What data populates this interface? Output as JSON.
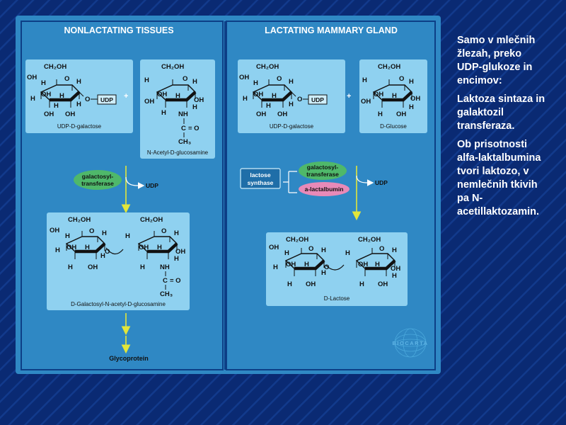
{
  "panels": {
    "left_title": "NONLACTATING TISSUES",
    "right_title": "LACTATING MAMMARY GLAND"
  },
  "atoms": {
    "ch2oh": "CH₂OH",
    "oh": "OH",
    "h": "H",
    "o": "O",
    "nh": "NH",
    "c": "C",
    "eq_o": "= O",
    "ch3": "CH₃",
    "udp": "UDP",
    "plus": "+"
  },
  "captions": {
    "udp_gal_left": "UDP-D-galactose",
    "nacetyl": "N-Acetyl-D-glucosamine",
    "udp_gal_right": "UDP-D-galactose",
    "glucose": "D-Glucose",
    "product_left": "D-Galactosyl-N-acetyl-D-glucosamine",
    "product_right": "D-Lactose"
  },
  "enzymes": {
    "galactosyl_line1": "galactosyl-",
    "galactosyl_line2": "transferase",
    "lactose_line1": "lactose",
    "lactose_line2": "synthase",
    "lactalbumin": "a-lactalbumin",
    "udp_out": "UDP"
  },
  "glycoprotein": "Glycoprotein",
  "logo": "BIOCARTA",
  "side_text": [
    "Samo v mlečnih žlezah, preko UDP-glukoze in encimov:",
    "Laktoza sintaza in galaktozil transferaza.",
    "Ob prisotnosti alfa-laktalbumina tvori laktozo, v nemlečnih tkivih pa N-acetillaktozamin."
  ],
  "colors": {
    "background": "#0a2a73",
    "figure": "#2f88c4",
    "box": "#8fd1f0",
    "enzyme_green": "#4fb86a",
    "lactalbumin_pink": "#e88ab8",
    "arrow_yellow": "#e2e63a"
  }
}
